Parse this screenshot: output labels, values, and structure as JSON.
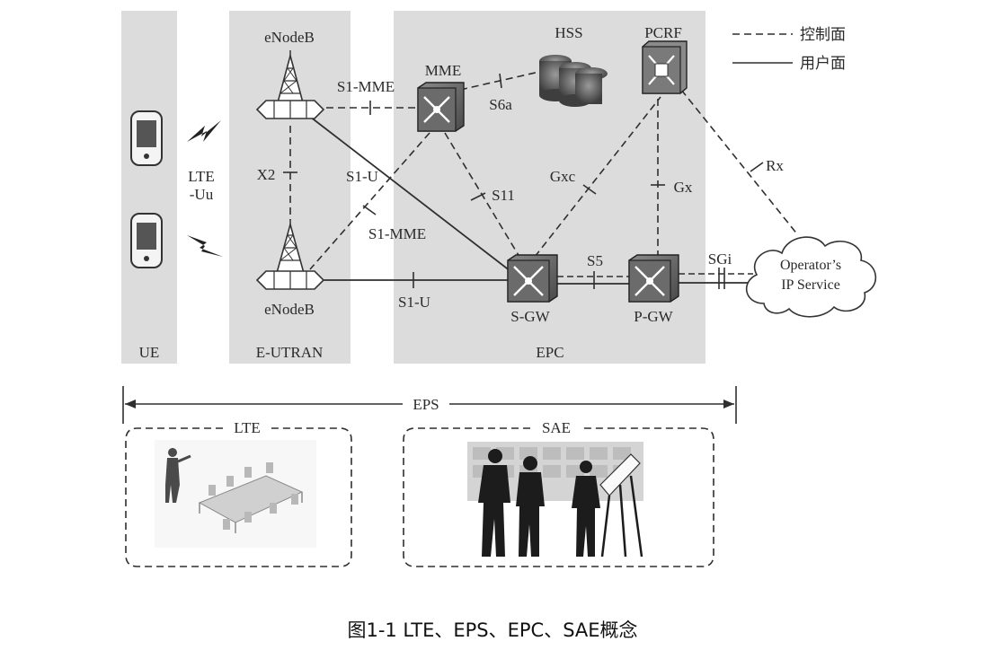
{
  "legend": {
    "control_plane": "控制面",
    "user_plane": "用户面"
  },
  "domains": {
    "ue": "UE",
    "eutran": "E-UTRAN",
    "epc": "EPC"
  },
  "nodes": {
    "enodeb_top": "eNodeB",
    "enodeb_bottom": "eNodeB",
    "mme": "MME",
    "hss": "HSS",
    "pcrf": "PCRF",
    "sgw": "S-GW",
    "pgw": "P-GW",
    "cloud_line1": "Operator’s",
    "cloud_line2": "IP Service"
  },
  "interfaces": {
    "lte_uu_line1": "LTE",
    "lte_uu_line2": "-Uu",
    "x2": "X2",
    "s1_mme_top": "S1-MME",
    "s1_mme_bottom": "S1-MME",
    "s1_u_top": "S1-U",
    "s1_u_bottom": "S1-U",
    "s6a": "S6a",
    "s11": "S11",
    "gxc": "Gxc",
    "gx": "Gx",
    "rx": "Rx",
    "s5": "S5",
    "sgi": "SGi"
  },
  "scope": {
    "eps": "EPS",
    "lte": "LTE",
    "sae": "SAE"
  },
  "caption": "图1-1 LTE、EPS、EPC、SAE概念",
  "colors": {
    "panel": "#dcdcdc",
    "line": "#2f2f2f",
    "device": "#6b6b6b"
  }
}
